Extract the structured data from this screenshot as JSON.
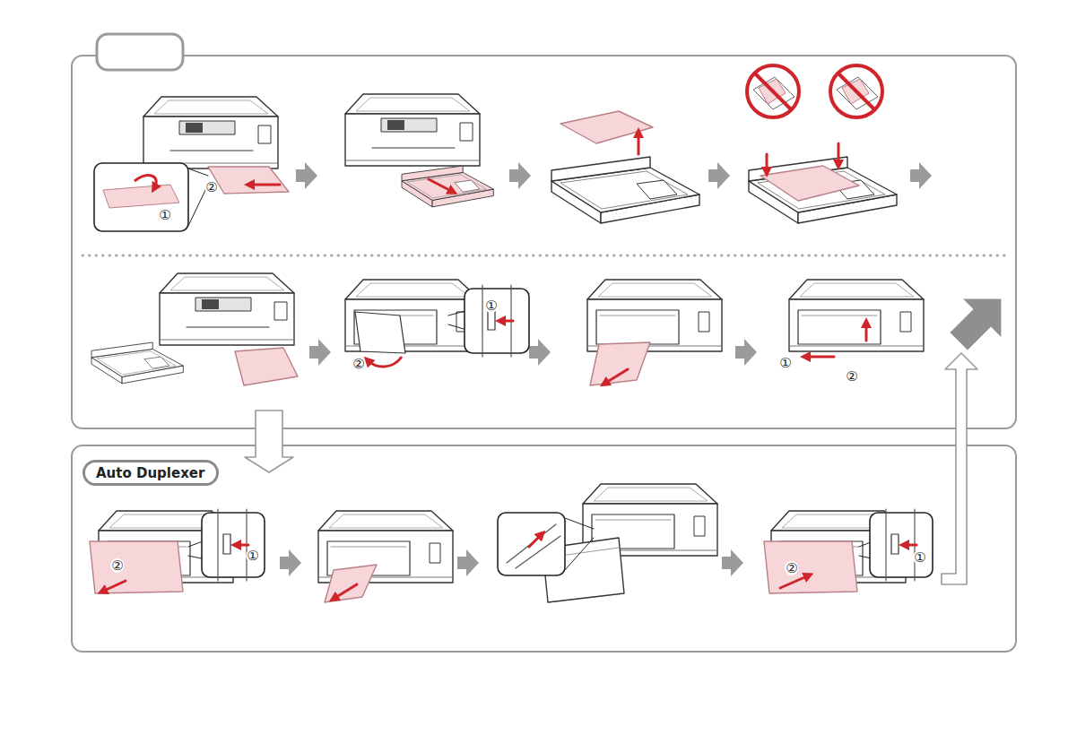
{
  "diagram": {
    "nodes": [
      {
        "text": [
          "Auto Duplexer"
        ]
      }
    ],
    "labels": [
      "①",
      "②",
      "①",
      "②",
      "①",
      "②",
      "①",
      "②",
      "①",
      "②"
    ]
  }
}
